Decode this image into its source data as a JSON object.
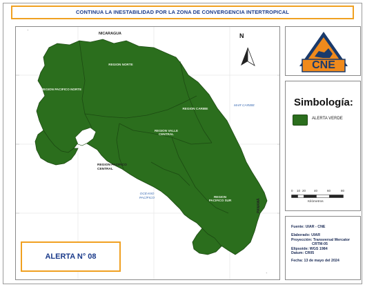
{
  "title": "CONTINUA LA INESTABILIDAD POR LA ZONA DE CONVERGENCIA INTERTROPICAL",
  "map": {
    "neighbors": {
      "north": "NICARAGUA",
      "east": "PANAMÁ"
    },
    "seas": {
      "caribbean": "MAR CARIBE",
      "pacific": "OCÉANO PACÍFICO"
    },
    "regions": {
      "norte": "REGION NORTE",
      "chorotega": "REGION PACIFICO NORTE",
      "caribe": "REGION CARIBE",
      "central": "REGION VALLE CENTRAL",
      "pacifico_central": "REGION PACIFICO CENTRAL",
      "pacifico_sur": "REGION PACIFICO SUR"
    },
    "north_label": "N",
    "fill_color": "#2b6e1d"
  },
  "logo": {
    "text": "CNE",
    "color": "#f08a1c",
    "icon": "cne-logo-icon"
  },
  "legend": {
    "title": "Simbología:",
    "item_label": "ALERTA VERDE",
    "item_color": "#2b6e1d",
    "scale_ticks": [
      "0",
      "10",
      "20",
      "40",
      "60",
      "80"
    ],
    "scale_unit": "Kilómetros"
  },
  "info": {
    "source": "Fuente: UIAR - CNE",
    "made_by": "Elaborado: UIAR",
    "projection": "Proyección: Transversal Mercator",
    "projection_code": "CRTM-05",
    "ellipsoid": "Elipsoide: WGS 1984",
    "datum": "Datum: CR05",
    "date": "Fecha: 13 de mayo del 2024"
  },
  "alert": {
    "label": "ALERTA N° 08"
  }
}
